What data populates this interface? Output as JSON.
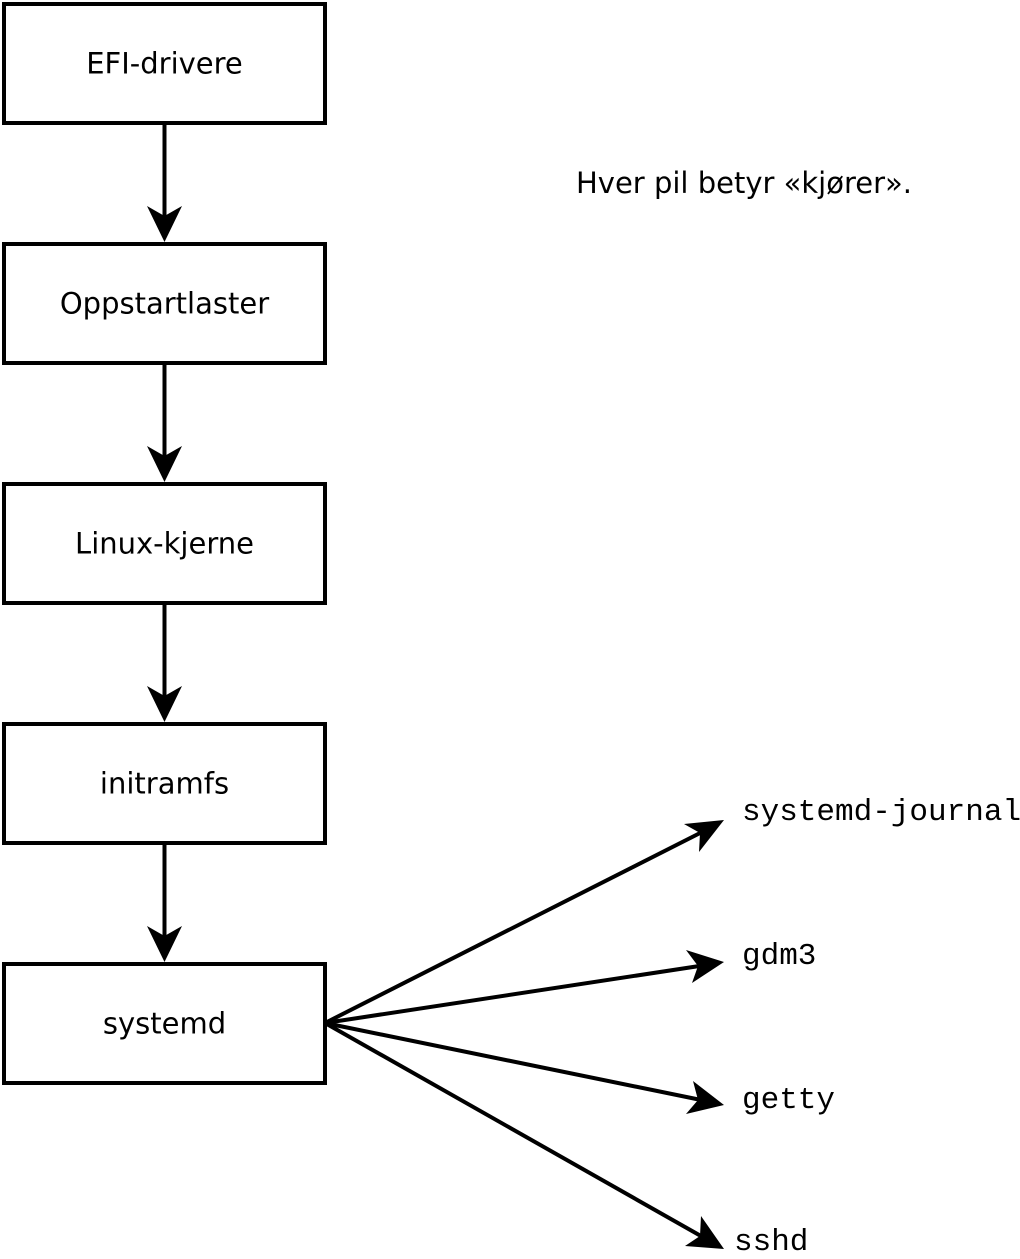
{
  "note": "Hver pil betyr «kjører».",
  "chain": [
    {
      "label": "EFI-drivere"
    },
    {
      "label": "Oppstartlaster"
    },
    {
      "label": "Linux-kjerne"
    },
    {
      "label": "initramfs"
    },
    {
      "label": "systemd"
    }
  ],
  "processes": [
    {
      "label": "systemd-journald"
    },
    {
      "label": "gdm3"
    },
    {
      "label": "getty"
    },
    {
      "label": "sshd"
    }
  ]
}
